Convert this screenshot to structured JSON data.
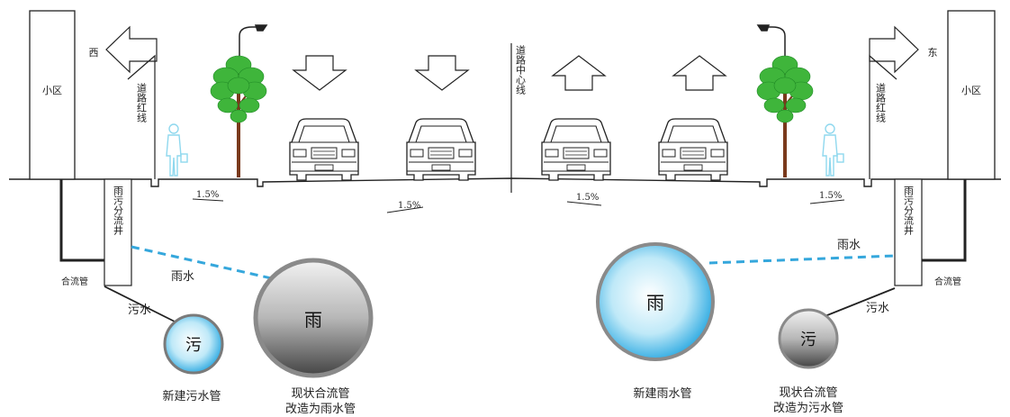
{
  "labels": {
    "west": "西",
    "east": "东",
    "community_left": "小区",
    "community_right": "小区",
    "red_line_left": "道路红线",
    "red_line_right": "道路红线",
    "centerline": "道路中心线",
    "well_left": "雨污分流井",
    "well_right": "雨污分流井",
    "combined_pipe_left": "合流管",
    "combined_pipe_right": "合流管",
    "rain_left": "雨水",
    "rain_right": "雨水",
    "sewage_left": "污水",
    "sewage_right": "污水",
    "slope_1": "1.5%",
    "slope_2": "1.5%",
    "slope_3": "1.5%",
    "slope_4": "1.5%"
  },
  "pipes": {
    "left_new_sewage": {
      "glyph": "污",
      "caption": "新建污水管"
    },
    "left_existing": {
      "glyph": "雨",
      "caption_1": "现状合流管",
      "caption_2": "改造为雨水管"
    },
    "right_new_rain": {
      "glyph": "雨",
      "caption": "新建雨水管"
    },
    "right_existing": {
      "glyph": "污",
      "caption_1": "现状合流管",
      "caption_2": "改造为污水管"
    }
  },
  "colors": {
    "line": "#222222",
    "tree_green": "#3fb53b",
    "tree_trunk": "#7a3a1c",
    "pedestrian": "#8fd8ee",
    "rain_blue": "#2aa9df",
    "rain_dash": "#35a7dc",
    "pipe_gray": "#7a7a7a"
  },
  "icons": [
    "arrow-left-icon",
    "arrow-right-icon",
    "arrow-down-icon",
    "arrow-up-icon",
    "car-icon",
    "tree-icon",
    "street-lamp-icon",
    "pedestrian-icon"
  ]
}
